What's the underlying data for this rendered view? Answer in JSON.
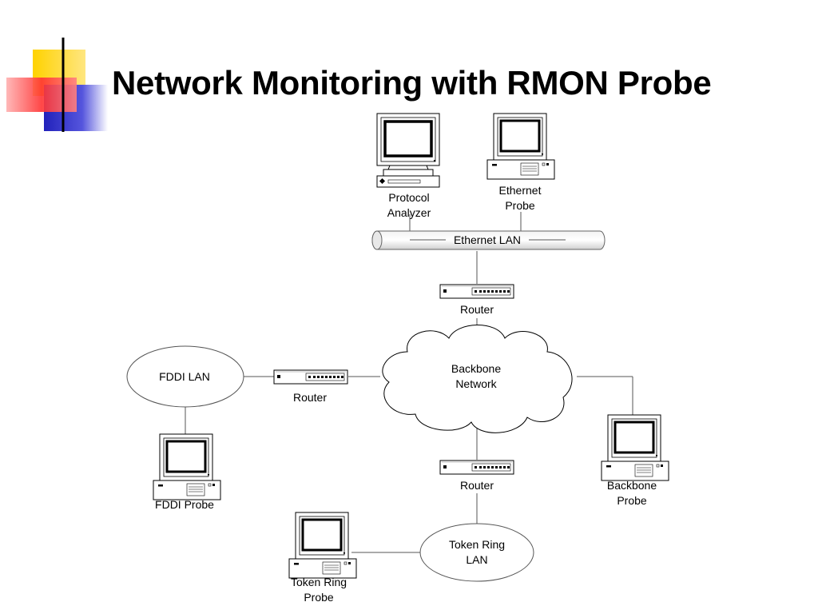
{
  "slide": {
    "title": "Network Monitoring with RMON Probe"
  },
  "diagram": {
    "protocol_analyzer_label": "Protocol\nAnalyzer",
    "ethernet_probe_label": "Ethernet\nProbe",
    "ethernet_lan_label": "Ethernet LAN",
    "router_top_label": "Router",
    "backbone_network_label": "Backbone\nNetwork",
    "fddi_lan_label": "FDDI LAN",
    "router_left_label": "Router",
    "fddi_probe_label": "FDDI Probe",
    "router_bottom_label": "Router",
    "backbone_probe_label": "Backbone\nProbe",
    "token_ring_lan_label": "Token Ring\nLAN",
    "token_ring_probe_label": "Token Ring\nProbe"
  },
  "colors": {
    "accent_yellow": "#FFD200",
    "accent_red": "#FF3333",
    "accent_blue": "#3333CC",
    "title_rule": "#000000"
  }
}
